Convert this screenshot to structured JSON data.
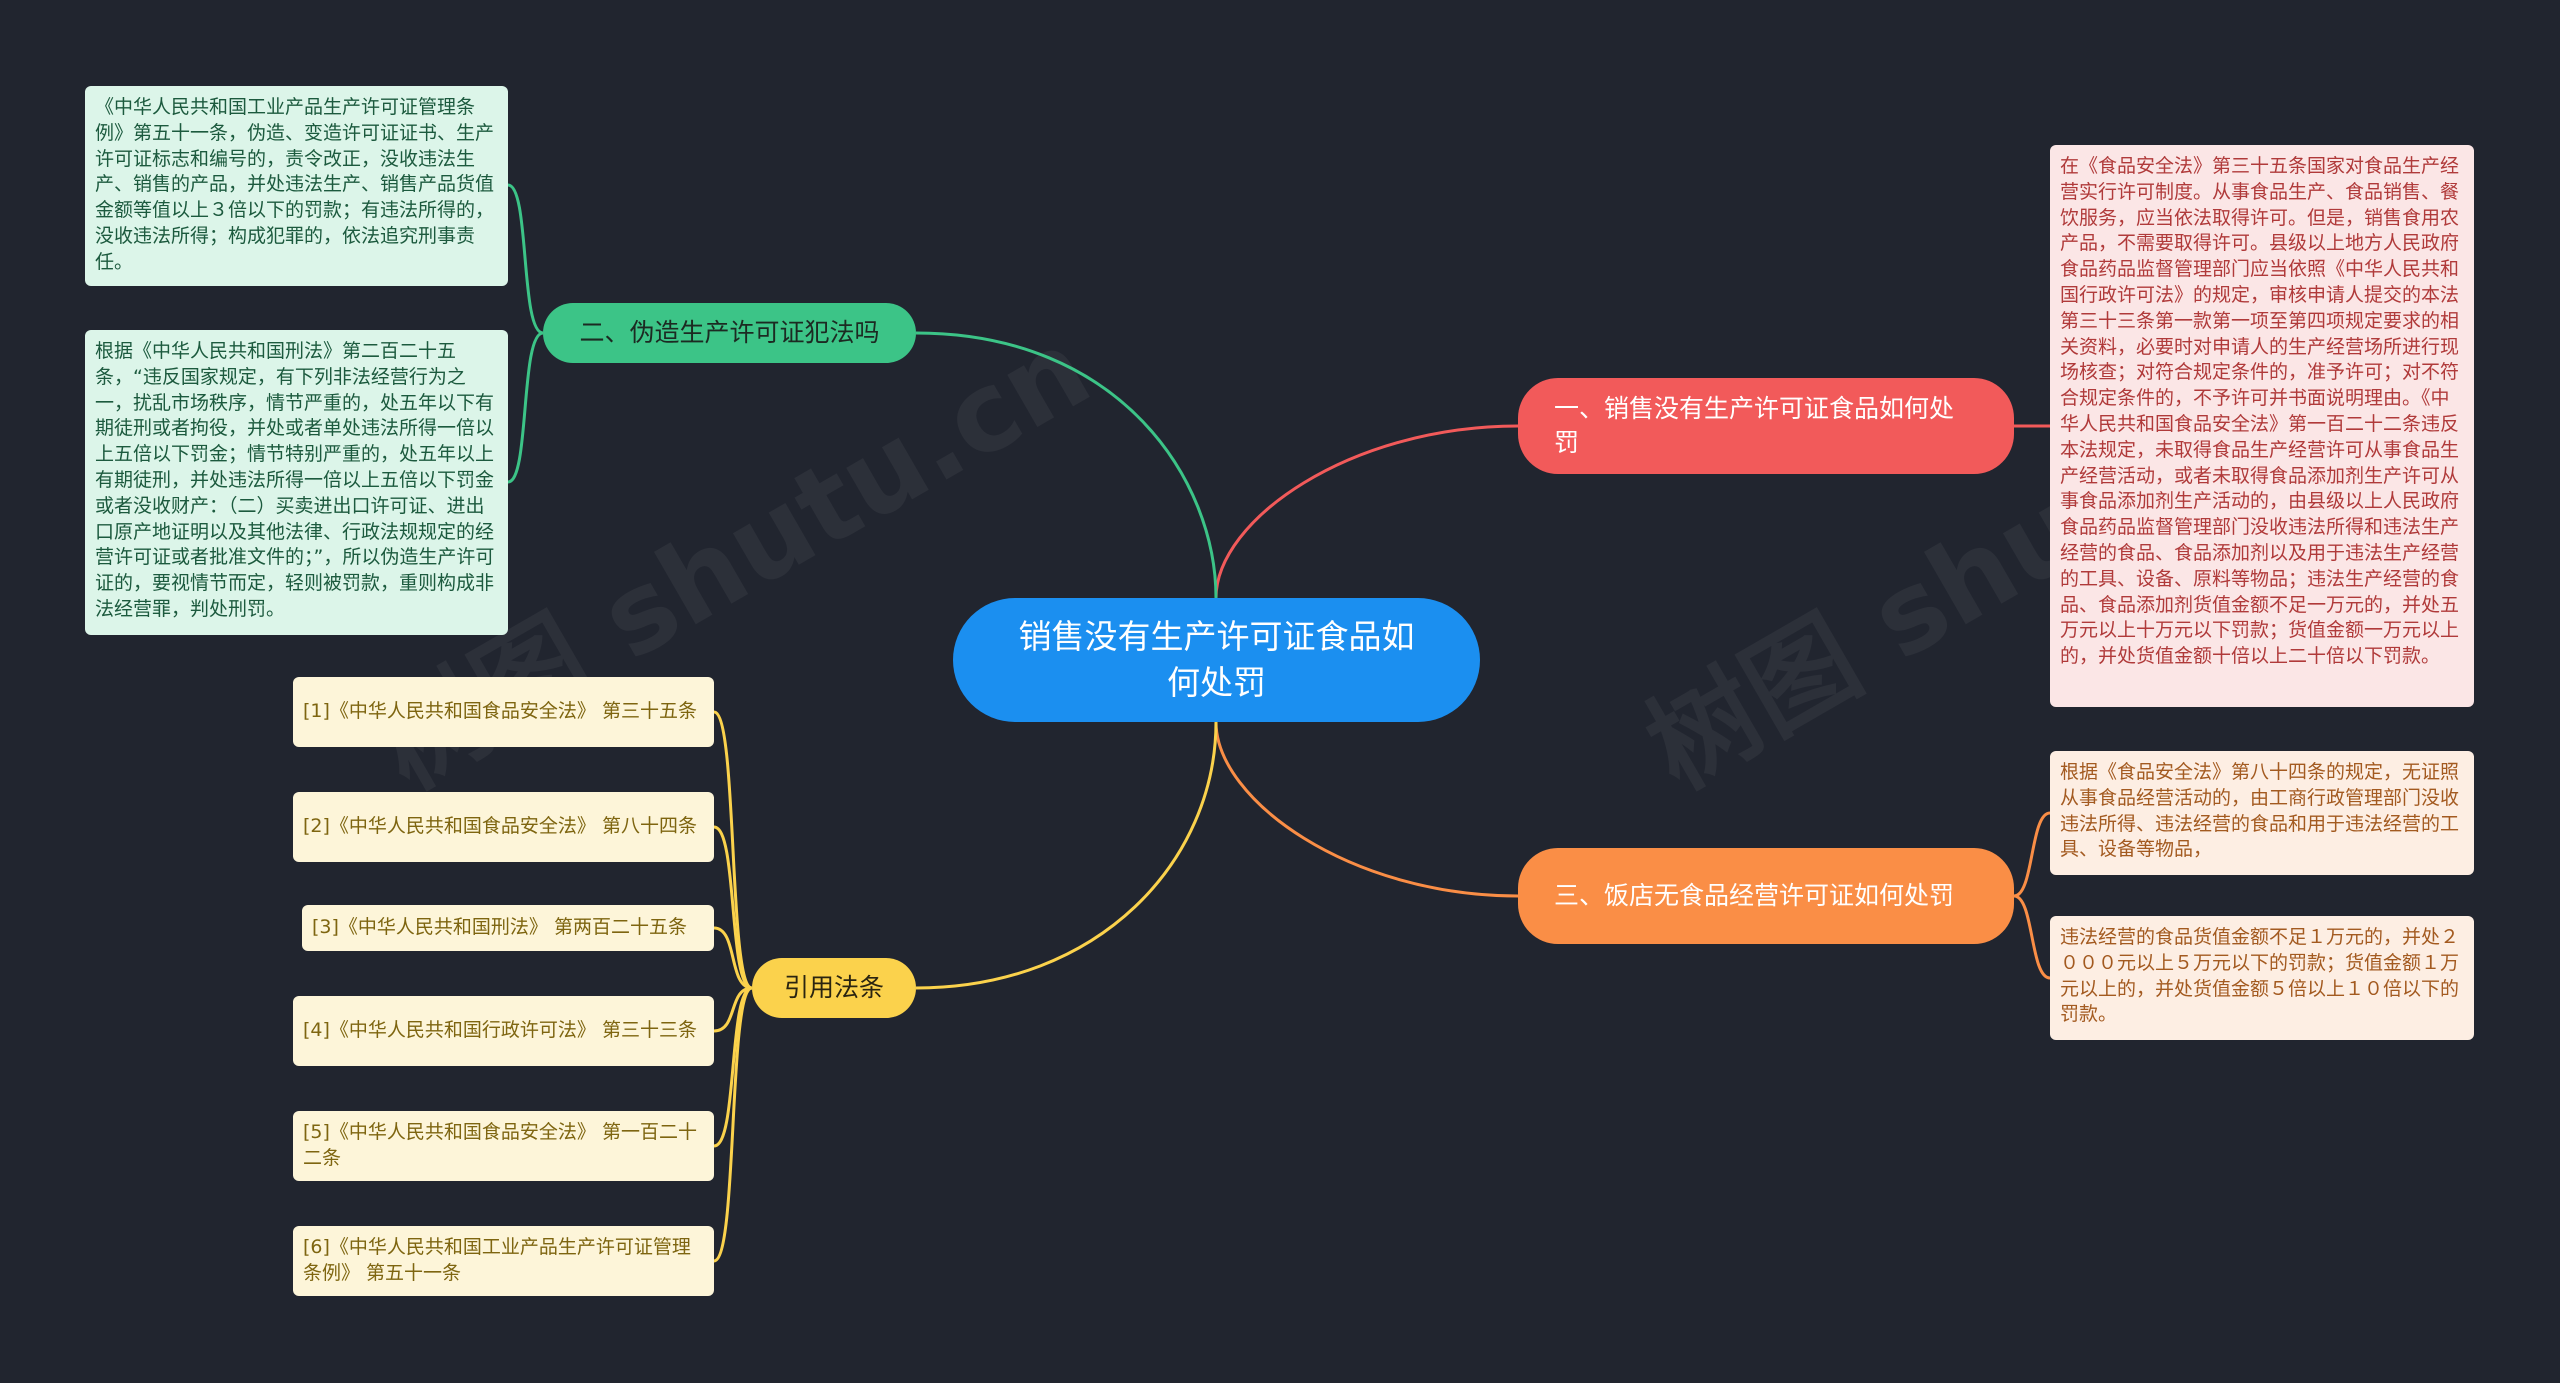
{
  "central_topic": "销售没有生产许可证食品如何处罚",
  "branches": {
    "b1": {
      "label": "一、销售没有生产许可证食品如何处罚",
      "leaves": [
        "在《食品安全法》第三十五条国家对食品生产经营实行许可制度。从事食品生产、食品销售、餐饮服务，应当依法取得许可。但是，销售食用农产品，不需要取得许可。县级以上地方人民政府食品药品监督管理部门应当依照《中华人民共和国行政许可法》的规定，审核申请人提交的本法第三十三条第一款第一项至第四项规定要求的相关资料，必要时对申请人的生产经营场所进行现场核查；对符合规定条件的，准予许可；对不符合规定条件的，不予许可并书面说明理由。《中华人民共和国食品安全法》第一百二十二条违反本法规定，未取得食品生产经营许可从事食品生产经营活动，或者未取得食品添加剂生产许可从事食品添加剂生产活动的，由县级以上人民政府食品药品监督管理部门没收违法所得和违法生产经营的食品、食品添加剂以及用于违法生产经营的工具、设备、原料等物品；违法生产经营的食品、食品添加剂货值金额不足一万元的，并处五万元以上十万元以下罚款；货值金额一万元以上的，并处货值金额十倍以上二十倍以下罚款。"
      ]
    },
    "b2": {
      "label": "二、伪造生产许可证犯法吗",
      "leaves": [
        "《中华人民共和国工业产品生产许可证管理条例》第五十一条，伪造、变造许可证证书、生产许可证标志和编号的，责令改正，没收违法生产、销售的产品，并处违法生产、销售产品货值金额等值以上３倍以下的罚款；有违法所得的，没收违法所得；构成犯罪的，依法追究刑事责任。",
        "根据《中华人民共和国刑法》第二百二十五条，“违反国家规定，有下列非法经营行为之一，扰乱市场秩序，情节严重的，处五年以下有期徒刑或者拘役，并处或者单处违法所得一倍以上五倍以下罚金；情节特别严重的，处五年以上有期徒刑，并处违法所得一倍以上五倍以下罚金或者没收财产：（二）买卖进出口许可证、进出口原产地证明以及其他法律、行政法规规定的经营许可证或者批准文件的；”，所以伪造生产许可证的，要视情节而定，轻则被罚款，重则构成非法经营罪，判处刑罚。"
      ]
    },
    "b3": {
      "label": "三、饭店无食品经营许可证如何处罚",
      "leaves": [
        "根据《食品安全法》第八十四条的规定，无证照从事食品经营活动的，由工商行政管理部门没收违法所得、违法经营的食品和用于违法经营的工具、设备等物品，",
        "违法经营的食品货值金额不足１万元的，并处２０００元以上５万元以下的罚款；货值金额１万元以上的，并处货值金额５倍以上１０倍以下的罚款。"
      ]
    },
    "b4": {
      "label": "引用法条",
      "leaves": [
        "[1]《中华人民共和国食品安全法》 第三十五条",
        "[2]《中华人民共和国食品安全法》 第八十四条",
        "[3]《中华人民共和国刑法》 第两百二十五条",
        "[4]《中华人民共和国行政许可法》 第三十三条",
        "[5]《中华人民共和国食品安全法》 第一百二十二条",
        "[6]《中华人民共和国工业产品生产许可证管理条例》 第五十一条"
      ]
    }
  },
  "colors": {
    "background": "#21252f",
    "center": "#1b8ff0",
    "branch_red": "#f25a5a",
    "branch_orange": "#fa8e46",
    "branch_green": "#3cc487",
    "branch_yellow": "#fbd24c"
  },
  "watermark": "树图 shutu.cn"
}
